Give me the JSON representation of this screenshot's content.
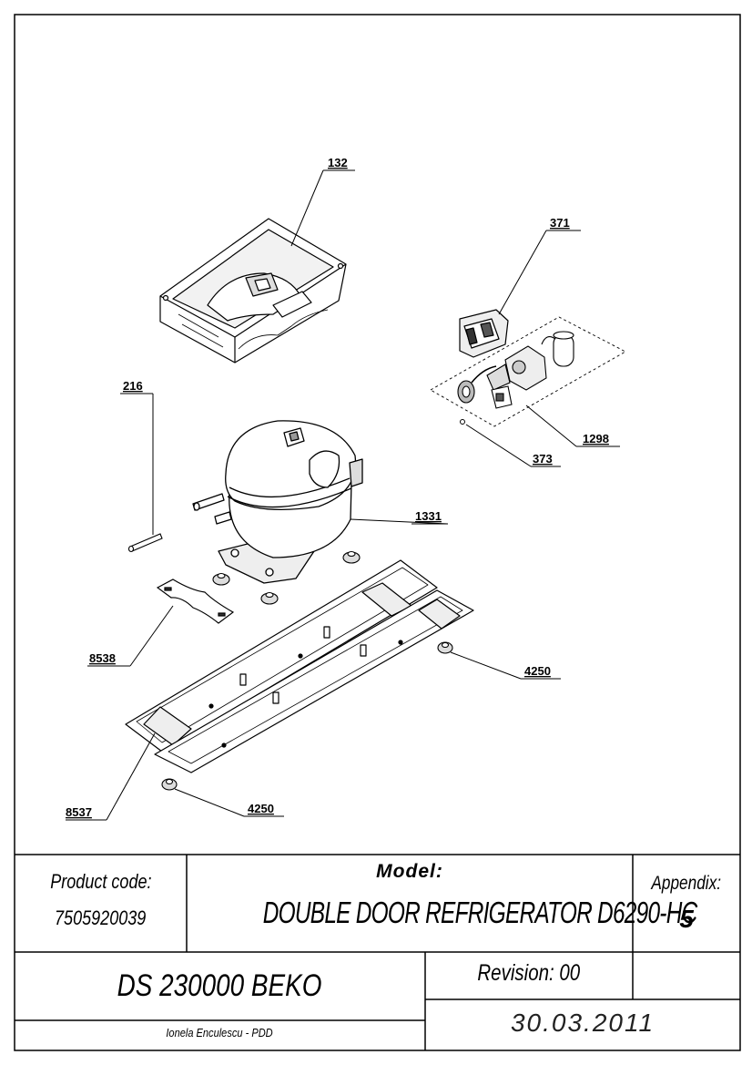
{
  "callouts": {
    "c132": "132",
    "c371": "371",
    "c216": "216",
    "c1298": "1298",
    "c373": "373",
    "c1331": "1331",
    "c8538": "8538",
    "c4250a": "4250",
    "c8537": "8537",
    "c4250b": "4250"
  },
  "title_block": {
    "product_code_label": "Product code:",
    "product_code": "7505920039",
    "model_label": "Model:",
    "model": "DOUBLE DOOR REFRIGERATOR D6290-HC",
    "appendix_label": "Appendix:",
    "appendix": "5",
    "document": "DS 230000 BEKO",
    "revision": "Revision: 00",
    "author": "Ionela Enculescu - PDD",
    "date": "30.03.2011"
  }
}
